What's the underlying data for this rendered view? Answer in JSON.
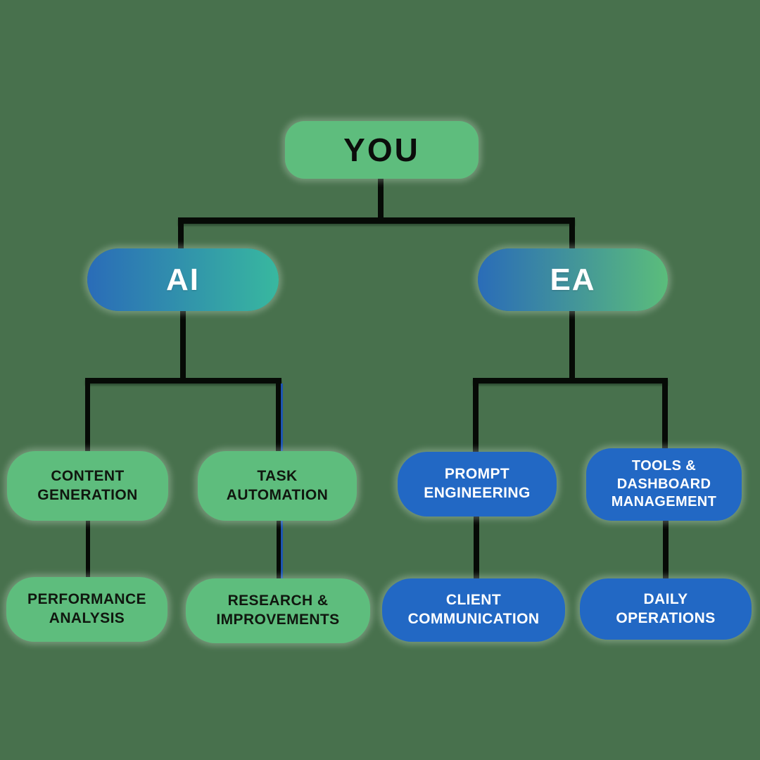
{
  "palette": {
    "background": "#48714D",
    "node_green": "#5EBD7D",
    "node_blue": "#2268C4",
    "gradient_ai": {
      "from": "#2A6CB8",
      "to": "#38B89F"
    },
    "gradient_ea": {
      "from": "#2A6CB8",
      "to": "#5BBD7B"
    },
    "line": "#060A06",
    "accent_line": "#1E55B2",
    "text_on_green": "#10170F",
    "text_on_blue": "#FFFFFF",
    "root_text": "#0B0D0B"
  },
  "nodes": {
    "you": {
      "label": "YOU"
    },
    "ai": {
      "label": "AI"
    },
    "ea": {
      "label": "EA"
    },
    "content_generation": {
      "label": "CONTENT GENERATION"
    },
    "task_automation": {
      "label": "TASK AUTOMATION"
    },
    "performance_analysis": {
      "label": "PERFORMANCE ANALYSIS"
    },
    "research_improvements": {
      "label": "RESEARCH & IMPROVEMENTS"
    },
    "prompt_engineering": {
      "label": "PROMPT ENGINEERING"
    },
    "tools_dashboard_management": {
      "label": "TOOLS & DASHBOARD MANAGEMENT"
    },
    "client_communication": {
      "label": "CLIENT COMMUNICATION"
    },
    "daily_operations": {
      "label": "DAILY OPERATIONS"
    }
  },
  "edges": [
    [
      "YOU",
      "AI"
    ],
    [
      "YOU",
      "EA"
    ],
    [
      "AI",
      "CONTENT GENERATION"
    ],
    [
      "AI",
      "TASK AUTOMATION"
    ],
    [
      "CONTENT GENERATION",
      "PERFORMANCE ANALYSIS"
    ],
    [
      "TASK AUTOMATION",
      "RESEARCH & IMPROVEMENTS"
    ],
    [
      "EA",
      "PROMPT ENGINEERING"
    ],
    [
      "EA",
      "TOOLS & DASHBOARD MANAGEMENT"
    ],
    [
      "PROMPT ENGINEERING",
      "CLIENT COMMUNICATION"
    ],
    [
      "TOOLS & DASHBOARD MANAGEMENT",
      "DAILY OPERATIONS"
    ]
  ]
}
